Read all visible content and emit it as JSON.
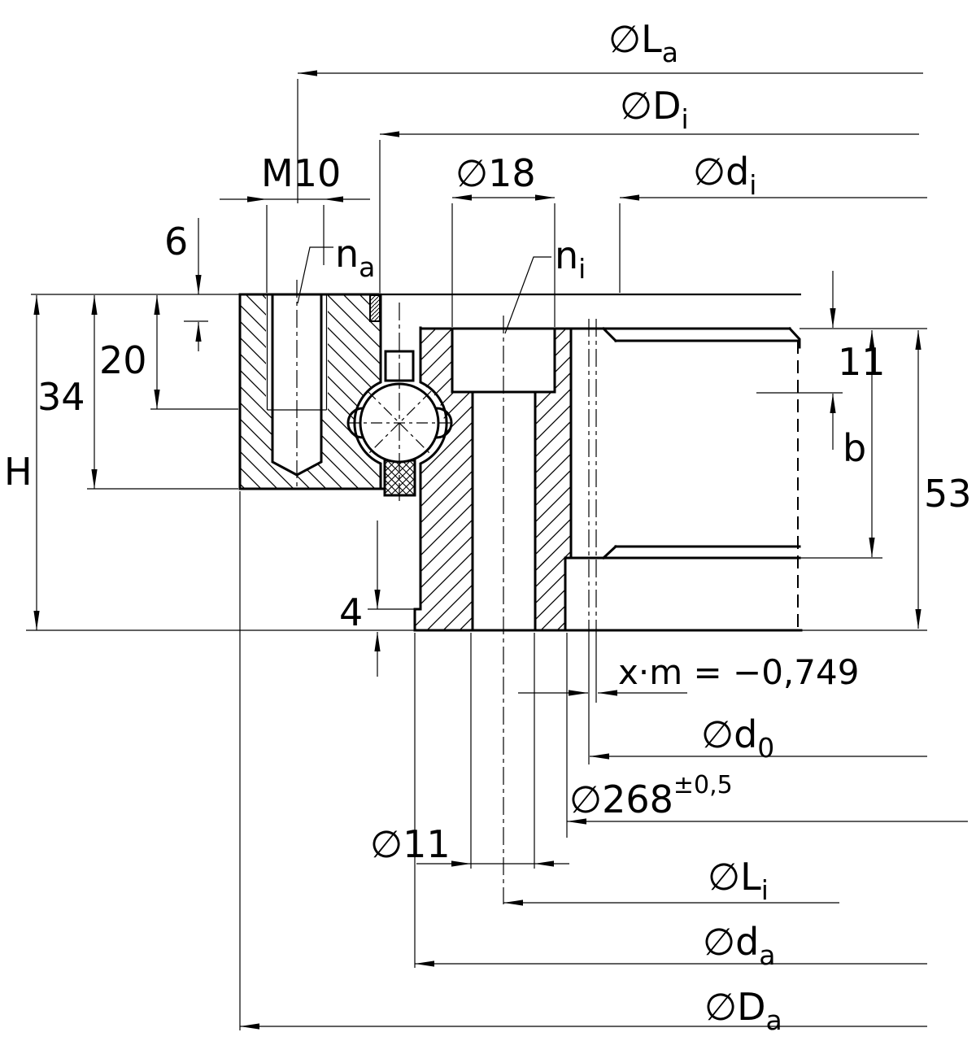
{
  "title": "Slewing ring bearing cross-section, internal gear",
  "labels": {
    "dia_La": {
      "text": "∅L",
      "sub": "a"
    },
    "dia_Di": {
      "text": "∅D",
      "sub": "i"
    },
    "M10": {
      "text": "M10"
    },
    "dia_18": {
      "text": "∅18"
    },
    "dia_di": {
      "text": "∅d",
      "sub": "i"
    },
    "depth_6": {
      "text": "6"
    },
    "n_a": {
      "text": "n",
      "sub": "a"
    },
    "n_i": {
      "text": "n",
      "sub": "i"
    },
    "thread_20": {
      "text": "20"
    },
    "depth_34": {
      "text": "34"
    },
    "H": {
      "text": "H"
    },
    "cb_11": {
      "text": "11"
    },
    "b": {
      "text": "b"
    },
    "h_53": {
      "text": "53"
    },
    "lip_4": {
      "text": "4"
    },
    "xm": {
      "text": "x·m = −0,749"
    },
    "dia_d0": {
      "text": "∅d",
      "sub": "0"
    },
    "dia_268": {
      "text": "∅268",
      "sup": "±0,5"
    },
    "dia_11": {
      "text": "∅11"
    },
    "dia_Li": {
      "text": "∅L",
      "sub": "i"
    },
    "dia_da": {
      "text": "∅d",
      "sub": "a"
    },
    "dia_Da": {
      "text": "∅D",
      "sub": "a"
    }
  }
}
